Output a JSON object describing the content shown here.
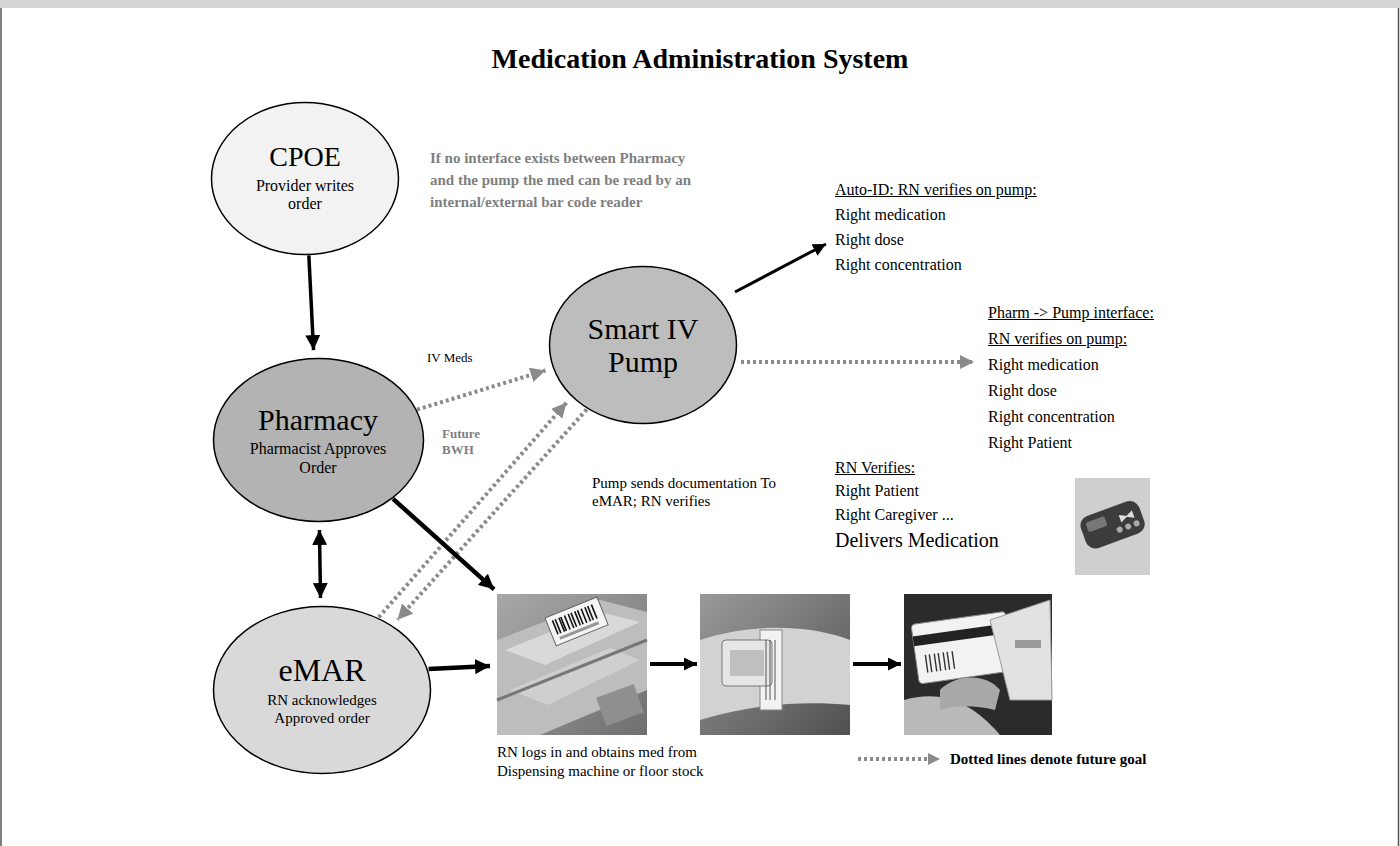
{
  "diagram": {
    "title": "Medication Administration System",
    "nodes": [
      {
        "text": [
          "CPOE",
          "Provider writes order"
        ]
      },
      {
        "text": [
          "Pharmacy",
          "Pharmacist Approves Order"
        ]
      },
      {
        "text": [
          "eMAR",
          "RN acknowledges Approved order"
        ]
      },
      {
        "text": [
          "Smart IV Pump"
        ]
      },
      {
        "text": [
          "RN logs in and obtains med from Dispensing machine or floor stock"
        ]
      }
    ],
    "edges": [
      {
        "from": 0,
        "to": 1,
        "arrow": "to"
      },
      {
        "from": 1,
        "to": 2,
        "arrow": "both"
      },
      {
        "from": 1,
        "to": 3,
        "arrow": "to",
        "label": "IV Meds"
      },
      {
        "from": 2,
        "to": 3,
        "arrow": "to",
        "label": "Future BWH"
      },
      {
        "from": 3,
        "to": 2,
        "arrow": "to",
        "label": "Pump sends documentation To eMAR; RN verifies"
      },
      {
        "from": 1,
        "to": 4,
        "arrow": "to"
      },
      {
        "from": 2,
        "to": 4,
        "arrow": "to"
      }
    ],
    "labels": [
      "If no interface exists between Pharmacy and the pump the med can be read by an internal/external bar code reader",
      "Auto-ID: RN verifies on pump:",
      "Right medication",
      "Right dose",
      "Right concentration",
      "Pharm -> Pump interface:",
      "RN verifies on pump:",
      "Right medication",
      "Right dose",
      "Right concentration",
      "Right Patient",
      "RN Verifies:",
      "Right Patient",
      "Right Caregiver ...",
      "Delivers Medication"
    ],
    "legend": [
      {
        "text": "Dotted lines denote future goal"
      }
    ]
  }
}
